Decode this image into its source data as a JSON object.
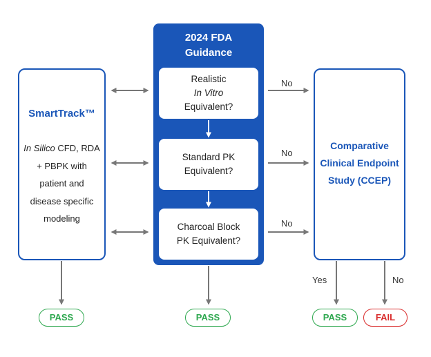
{
  "center": {
    "title_line1": "2024 FDA",
    "title_line2": "Guidance",
    "q1": {
      "line1": "Realistic",
      "line2": "In Vitro",
      "line3": "Equivalent?"
    },
    "q2": {
      "line1": "Standard PK",
      "line2": "Equivalent?"
    },
    "q3": {
      "line1": "Charcoal Block",
      "line2": "PK Equivalent?"
    }
  },
  "left": {
    "title": "SmartTrack™",
    "body_line1_italic": "In Silico",
    "body_line1_rest": " CFD, RDA",
    "body_line2": "+ PBPK with",
    "body_line3": "patient and",
    "body_line4": "disease specific",
    "body_line5": "modeling"
  },
  "right": {
    "title_line1": "Comparative",
    "title_line2": "Clinical Endpoint",
    "title_line3": "Study (CCEP)"
  },
  "labels": {
    "no1": "No",
    "no2": "No",
    "no3": "No",
    "yes": "Yes",
    "no_fail": "No"
  },
  "outcomes": {
    "left_pass": "PASS",
    "center_pass": "PASS",
    "right_pass": "PASS",
    "fail": "FAIL"
  },
  "colors": {
    "primary_blue": "#1a56b8",
    "pass_green": "#2ea84f",
    "fail_red": "#d92b2b",
    "arrow_gray": "#777777"
  }
}
